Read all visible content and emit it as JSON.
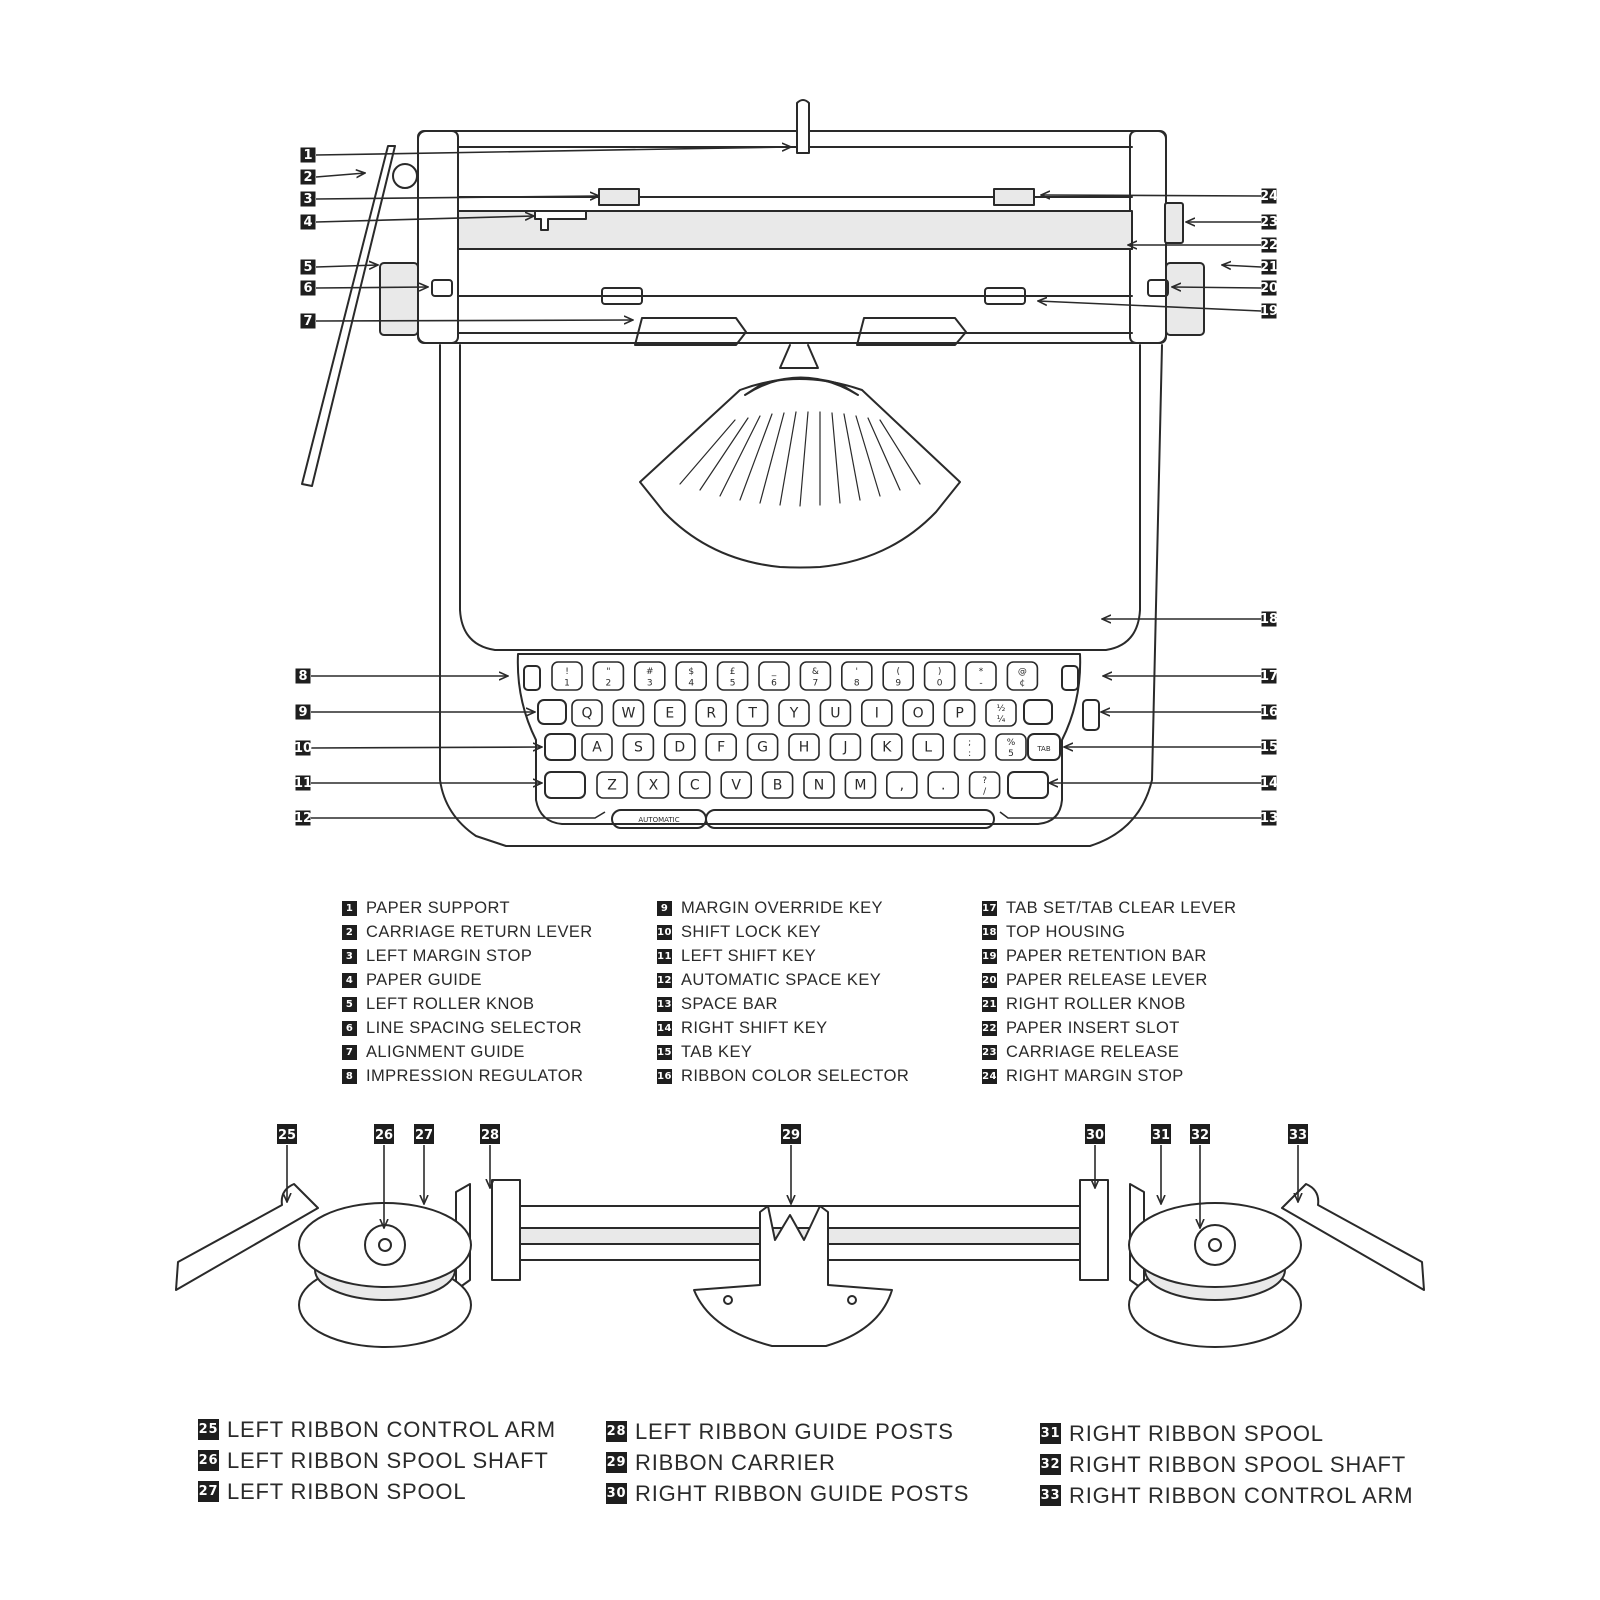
{
  "colors": {
    "line": "#2a2a2a",
    "badge": "#1e1e1e",
    "fill": "#e9e9e9",
    "background": "#ffffff"
  },
  "keyboard": {
    "row1": [
      "!|1",
      "\"|2",
      "#|3",
      "$|4",
      "£|5",
      "_|6",
      "&|7",
      "'|8",
      "(|9",
      ")|0",
      "*|-",
      "@|¢"
    ],
    "row2": [
      "Q",
      "W",
      "E",
      "R",
      "T",
      "Y",
      "U",
      "I",
      "O",
      "P",
      "½|¼"
    ],
    "row3": [
      "A",
      "S",
      "D",
      "F",
      "G",
      "H",
      "J",
      "K",
      "L",
      ";|:",
      "%|5"
    ],
    "row4": [
      "Z",
      "X",
      "C",
      "V",
      "B",
      "N",
      "M",
      ",",
      ".",
      "?|/"
    ],
    "tab_label": "TAB",
    "auto_label": "AUTOMATIC"
  },
  "callouts": [
    "1",
    "2",
    "3",
    "4",
    "5",
    "6",
    "7",
    "8",
    "9",
    "10",
    "11",
    "12",
    "13",
    "14",
    "15",
    "16",
    "17",
    "18",
    "19",
    "20",
    "21",
    "22",
    "23",
    "24",
    "25",
    "26",
    "27",
    "28",
    "29",
    "30",
    "31",
    "32",
    "33"
  ],
  "legend_top": [
    {
      "num": "1",
      "label": "PAPER SUPPORT"
    },
    {
      "num": "2",
      "label": "CARRIAGE RETURN LEVER"
    },
    {
      "num": "3",
      "label": "LEFT MARGIN STOP"
    },
    {
      "num": "4",
      "label": "PAPER GUIDE"
    },
    {
      "num": "5",
      "label": "LEFT ROLLER KNOB"
    },
    {
      "num": "6",
      "label": "LINE SPACING SELECTOR"
    },
    {
      "num": "7",
      "label": "ALIGNMENT GUIDE"
    },
    {
      "num": "8",
      "label": "IMPRESSION REGULATOR"
    },
    {
      "num": "9",
      "label": "MARGIN OVERRIDE KEY"
    },
    {
      "num": "10",
      "label": "SHIFT LOCK KEY"
    },
    {
      "num": "11",
      "label": "LEFT SHIFT KEY"
    },
    {
      "num": "12",
      "label": "AUTOMATIC SPACE KEY"
    },
    {
      "num": "13",
      "label": "SPACE BAR"
    },
    {
      "num": "14",
      "label": "RIGHT SHIFT KEY"
    },
    {
      "num": "15",
      "label": "TAB KEY"
    },
    {
      "num": "16",
      "label": "RIBBON COLOR SELECTOR"
    },
    {
      "num": "17",
      "label": "TAB SET/TAB CLEAR LEVER"
    },
    {
      "num": "18",
      "label": "TOP HOUSING"
    },
    {
      "num": "19",
      "label": "PAPER RETENTION BAR"
    },
    {
      "num": "20",
      "label": "PAPER RELEASE LEVER"
    },
    {
      "num": "21",
      "label": "RIGHT ROLLER KNOB"
    },
    {
      "num": "22",
      "label": "PAPER INSERT SLOT"
    },
    {
      "num": "23",
      "label": "CARRIAGE RELEASE"
    },
    {
      "num": "24",
      "label": "RIGHT MARGIN STOP"
    }
  ],
  "legend_bottom": [
    {
      "num": "25",
      "label": "LEFT RIBBON CONTROL ARM"
    },
    {
      "num": "26",
      "label": "LEFT RIBBON SPOOL SHAFT"
    },
    {
      "num": "27",
      "label": "LEFT RIBBON SPOOL"
    },
    {
      "num": "28",
      "label": "LEFT RIBBON GUIDE POSTS"
    },
    {
      "num": "29",
      "label": "RIBBON CARRIER"
    },
    {
      "num": "30",
      "label": "RIGHT RIBBON GUIDE POSTS"
    },
    {
      "num": "31",
      "label": "RIGHT RIBBON SPOOL"
    },
    {
      "num": "32",
      "label": "RIGHT RIBBON SPOOL SHAFT"
    },
    {
      "num": "33",
      "label": "RIGHT RIBBON CONTROL ARM"
    }
  ]
}
